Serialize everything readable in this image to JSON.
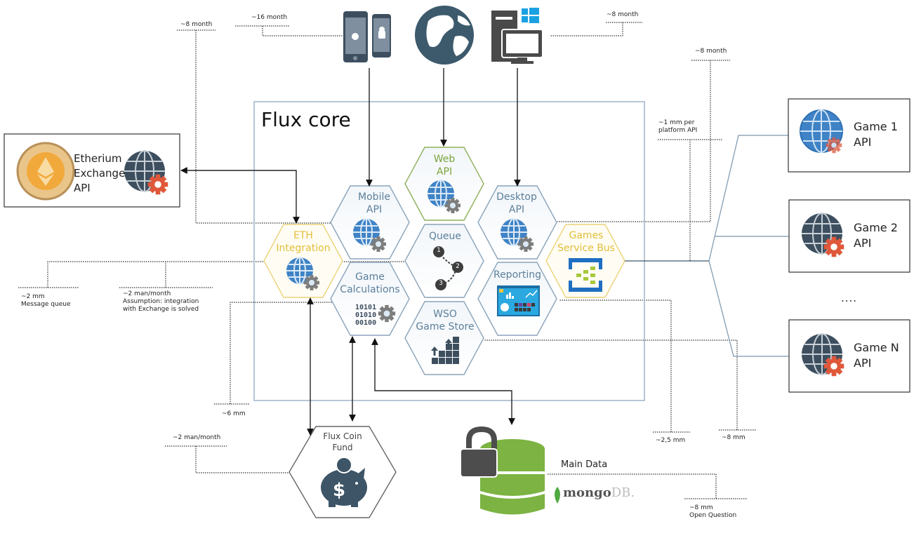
{
  "diagram": {
    "core": {
      "title": "Flux core"
    },
    "clients": [
      {
        "id": "mobile",
        "icon": "mobile-devices-icon",
        "estimate": "~16 month"
      },
      {
        "id": "web",
        "icon": "globe-icon"
      },
      {
        "id": "desktop",
        "icon": "desktop-windows-icon",
        "estimate": "~8 month"
      }
    ],
    "hexes": {
      "web_api": {
        "line1": "Web",
        "line2": "API",
        "icon": "globe-gear-icon",
        "color": "#7aa33a"
      },
      "mobile_api": {
        "line1": "Mobile",
        "line2": "API",
        "icon": "globe-gear-icon",
        "color": "#5b7f9a"
      },
      "desktop_api": {
        "line1": "Desktop",
        "line2": "API",
        "icon": "globe-gear-icon",
        "color": "#5b7f9a"
      },
      "queue": {
        "line1": "Queue",
        "line2": "",
        "icon": "queue-steps-icon",
        "steps": [
          "1",
          "2",
          "3"
        ],
        "color": "#5b7f9a"
      },
      "eth_integration": {
        "line1": "ETH",
        "line2": "Integration",
        "icon": "globe-gear-icon",
        "color": "#e8c94a"
      },
      "games_service_bus": {
        "line1": "Games",
        "line2": "Service Bus",
        "icon": "service-bus-icon",
        "color": "#e8c94a"
      },
      "game_calculations": {
        "line1": "Game",
        "line2": "Calculations",
        "icon": "binary-gear-icon",
        "binary": [
          "10101",
          "01010",
          "00100"
        ],
        "color": "#5b7f9a"
      },
      "reporting": {
        "line1": "Reporting",
        "line2": "",
        "icon": "dashboard-icon",
        "color": "#5b7f9a"
      },
      "wso_game_store": {
        "line1": "WSO",
        "line2": "Game Store",
        "icon": "store-blocks-icon",
        "color": "#5b7f9a"
      },
      "flux_coin_fund": {
        "line1": "Flux Coin",
        "line2": "Fund",
        "icon": "piggy-bank-icon",
        "color": "#444444"
      }
    },
    "external": {
      "eth_exchange": {
        "lines": [
          "Etherium",
          "Exchange",
          "API"
        ],
        "badge_icon": "smart-contract-ethereum-icon",
        "icon": "globe-gear-icon"
      },
      "games": [
        {
          "lines": [
            "Game 1",
            "API"
          ],
          "icon": "globe-gear-icon"
        },
        {
          "lines": [
            "Game 2",
            "API"
          ],
          "icon": "globe-gear-icon"
        },
        {
          "lines": [
            "Game N",
            "API"
          ],
          "icon": "globe-gear-icon"
        }
      ],
      "ellipsis": "....",
      "main_data": {
        "label": "Main Data",
        "icon": "locked-database-icon",
        "brand": "mongo",
        "brand_suffix": "DB."
      }
    },
    "estimates": {
      "eth_exchange": "~8 month",
      "mobile": "~16 month",
      "desktop": "~8 month",
      "web": "~8 month",
      "platform_api": [
        "~1 mm per",
        "platform API"
      ],
      "queue": [
        "~2 mm",
        "Message queue"
      ],
      "eth_integration": [
        "~2 man/month",
        "Assumption: integration",
        "with Exchange is solved"
      ],
      "game_calculations": "~6 mm",
      "flux_coin_fund": "~2 man/month",
      "reporting": "~2,5 mm",
      "wso_game_store": "~8 mm",
      "main_data": [
        "~8 mm",
        "Open Question"
      ]
    }
  }
}
